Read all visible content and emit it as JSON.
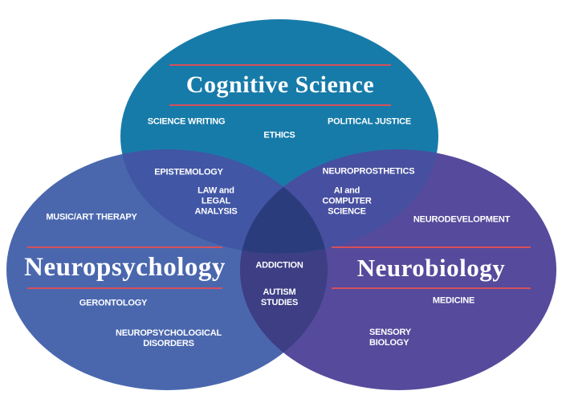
{
  "diagram": {
    "type": "venn-diagram",
    "background_color": "#ffffff",
    "text_color": "#ffffff",
    "accent_rule_color": "#d6505a",
    "circles": {
      "cognitive_science": {
        "title": "Cognitive Science",
        "color": "#177ba9",
        "items": [
          "SCIENCE WRITING",
          "ETHICS",
          "POLITICAL JUSTICE"
        ]
      },
      "neuropsychology": {
        "title": "Neuropsychology",
        "color": "#4a67ae",
        "items": [
          "MUSIC/ART THERAPY",
          "GERONTOLOGY",
          "NEUROPSYCHOLOGICAL\nDISORDERS"
        ]
      },
      "neurobiology": {
        "title": "Neurobiology",
        "color": "#564a9c",
        "items": [
          "NEURODEVELOPMENT",
          "MEDICINE",
          "SENSORY\nBIOLOGY"
        ]
      }
    },
    "overlaps": {
      "cognitive_neuropsychology": {
        "color": "#4156a5",
        "items": [
          "EPISTEMOLOGY",
          "LAW and\nLEGAL\nANALYSIS"
        ]
      },
      "cognitive_neurobiology": {
        "color": "#474fa0",
        "items": [
          "NEUROPROSTHETICS",
          "AI and\nCOMPUTER\nSCIENCE"
        ]
      },
      "neuropsychology_neurobiology": {
        "color": "#3d3e84",
        "items": [
          "ADDICTION",
          "AUTISM\nSTUDIES"
        ]
      },
      "all_three": {
        "color": "#2b3c7d",
        "items": []
      }
    }
  }
}
